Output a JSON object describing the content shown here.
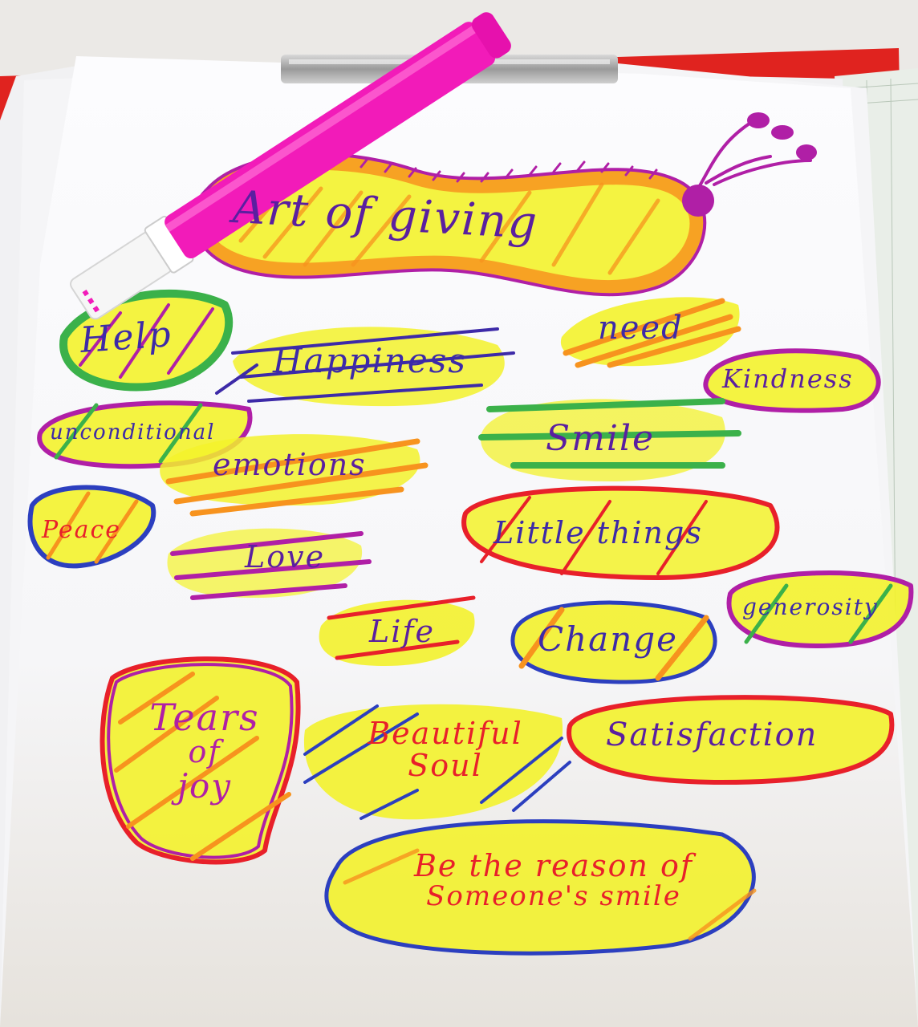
{
  "title": "Art of giving",
  "words": {
    "help": "Help",
    "happiness": "Happiness",
    "need": "need",
    "kindness": "Kindness",
    "unconditional": "unconditional",
    "smile": "Smile",
    "emotions": "emotions",
    "peace": "Peace",
    "little_things": "Little things",
    "love": "Love",
    "generosity": "generosity",
    "life": "Life",
    "change": "Change",
    "tears_line1": "Tears",
    "tears_line2": "of",
    "tears_line3": "joy",
    "beautiful_line1": "Beautiful",
    "beautiful_line2": "Soul",
    "satisfaction": "Satisfaction",
    "reason_line1": "Be the reason of",
    "reason_line2": "Someone's smile"
  },
  "colors": {
    "ink_purple": "#5a1fa0",
    "ink_red": "#e8202a",
    "highlighter_yellow": "#f2f52a",
    "highlighter_orange": "#f7931e",
    "highlighter_green": "#3bb14a",
    "marker_pink": "#f21bb9",
    "clipboard_red": "#e0231f",
    "paper": "#fbfbfd"
  },
  "objects": [
    "clipboard",
    "paper-sheet",
    "pink-marker-pen",
    "purple-flower-doodle"
  ]
}
